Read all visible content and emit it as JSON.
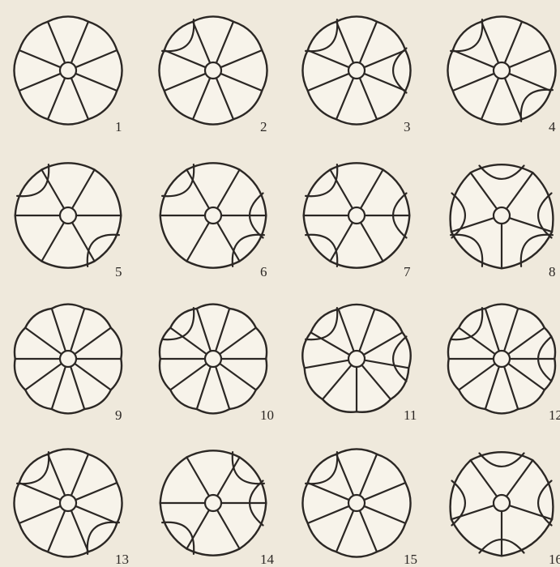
{
  "figures": [
    {
      "label": "1",
      "spokes": 8,
      "cells": []
    },
    {
      "label": "2",
      "spokes": 8,
      "cells": [
        "top-left"
      ]
    },
    {
      "label": "3",
      "spokes": 8,
      "cells": [
        "top-left",
        "right"
      ]
    },
    {
      "label": "4",
      "spokes": 8,
      "cells": [
        "top-left",
        "bottom-right"
      ]
    },
    {
      "label": "5",
      "spokes": 6,
      "cells": [
        "top-left",
        "bottom-right"
      ]
    },
    {
      "label": "6",
      "spokes": 6,
      "cells": [
        "top-left",
        "right",
        "bottom-right"
      ]
    },
    {
      "label": "7",
      "spokes": 6,
      "cells": [
        "top-left",
        "right",
        "bottom-left"
      ]
    },
    {
      "label": "8",
      "spokes": 5,
      "cells": [
        "top",
        "right",
        "bottom-right",
        "bottom-left",
        "left"
      ]
    },
    {
      "label": "9",
      "spokes": 10,
      "cells": []
    },
    {
      "label": "10",
      "spokes": 10,
      "cells": [
        "top-left"
      ]
    },
    {
      "label": "11",
      "spokes": 9,
      "cells": [
        "top-left",
        "right"
      ]
    },
    {
      "label": "12",
      "spokes": 10,
      "cells": [
        "top-left",
        "right"
      ]
    },
    {
      "label": "13",
      "spokes": 8,
      "cells": [
        "top-left",
        "bottom-right"
      ]
    },
    {
      "label": "14",
      "spokes": 6,
      "cells": [
        "top-right",
        "right",
        "bottom-left"
      ]
    },
    {
      "label": "15",
      "spokes": 8,
      "cells": [
        "top-left"
      ]
    },
    {
      "label": "16",
      "spokes": 5,
      "cells": [
        "top",
        "right",
        "bottom",
        "left"
      ]
    }
  ]
}
